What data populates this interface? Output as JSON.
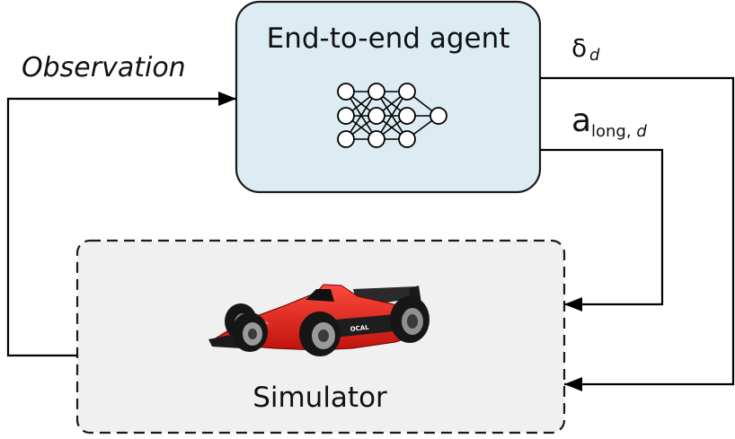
{
  "agent": {
    "title": "End-to-end agent",
    "icon": "neural-network-icon",
    "fill": "#dcecf2"
  },
  "simulator": {
    "title": "Simulator",
    "icon": "race-car-icon",
    "fill": "#f0f0f0",
    "car_text": "OCAL"
  },
  "signals": {
    "observation": "Observation",
    "steering_main": "δ",
    "steering_sub": "d",
    "accel_main": "a",
    "accel_sub_plain": "long,",
    "accel_sub_italic": "d"
  },
  "colors": {
    "car_body": "#e8201c",
    "line": "#000000"
  }
}
